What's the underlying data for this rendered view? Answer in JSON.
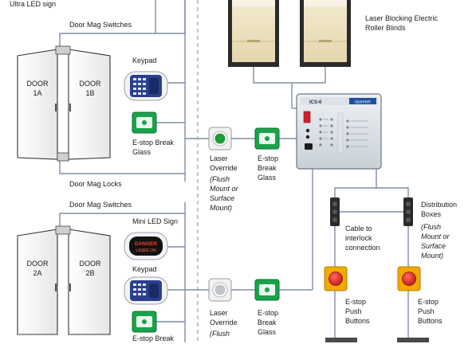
{
  "labels": {
    "ultra_led_sign": "Ultra LED sign",
    "door_mag_switches_top": "Door Mag Switches",
    "keypad_top": "Keypad",
    "estop_break_glass_top_1": "E-stop Break",
    "estop_break_glass_top_2": "Glass",
    "door_mag_locks": "Door Mag Locks",
    "door_mag_switches_bottom": "Door Mag Switches",
    "mini_led_sign": "Mini LED Sign",
    "keypad_bottom": "Keypad",
    "estop_break_bottom": "E-stop Break",
    "laser_blinds_1": "Laser Blocking Electric",
    "laser_blinds_2": "Roller Blinds",
    "laser_override_1": "Laser",
    "laser_override_2": "Override",
    "flush_mount_1": "(Flush",
    "flush_mount_2": "Mount or",
    "flush_mount_3": "Surface",
    "flush_mount_4": "Mount)",
    "estop_middle_1": "E-stop",
    "estop_middle_2": "Break",
    "estop_middle_3": "Glass",
    "laser_override_b1": "Laser",
    "laser_override_b2": "Override",
    "flush_b": "(Flush",
    "estop_mid_b1": "E-stop",
    "estop_mid_b2": "Break",
    "estop_mid_b3": "Glass",
    "cable_1": "Cable to",
    "cable_2": "interlock",
    "cable_3": "connection",
    "distribution_1": "Distribution",
    "distribution_2": "Boxes",
    "dist_flush_1": "(Flush",
    "dist_flush_2": "Mount or",
    "dist_flush_3": "Surface",
    "dist_flush_4": "Mount)",
    "estop_push_l1": "E-stop",
    "estop_push_l2": "Push",
    "estop_push_l3": "Buttons",
    "estop_push_r1": "E-stop",
    "estop_push_r2": "Push",
    "estop_push_r3": "Buttons"
  },
  "doors": {
    "d1a_name": "DOOR",
    "d1a_num": "1A",
    "d1b_name": "DOOR",
    "d1b_num": "1B",
    "d2a_name": "DOOR",
    "d2a_num": "2A",
    "d2b_name": "DOOR",
    "d2b_num": "2B"
  },
  "controller": {
    "model": "ICS-6",
    "brand": "lasermet"
  },
  "mini_sign": {
    "line1": "DANGER",
    "line2": "LASER ON"
  },
  "colors": {
    "wire": "#7f8ea6",
    "divider": "#9aa0a8",
    "estop_green": "#19a34a",
    "estop_yellow": "#f2a900",
    "estop_red": "#d0202a",
    "override_green": "#1e9c3a",
    "keypad_blue": "#2b3f8f"
  }
}
